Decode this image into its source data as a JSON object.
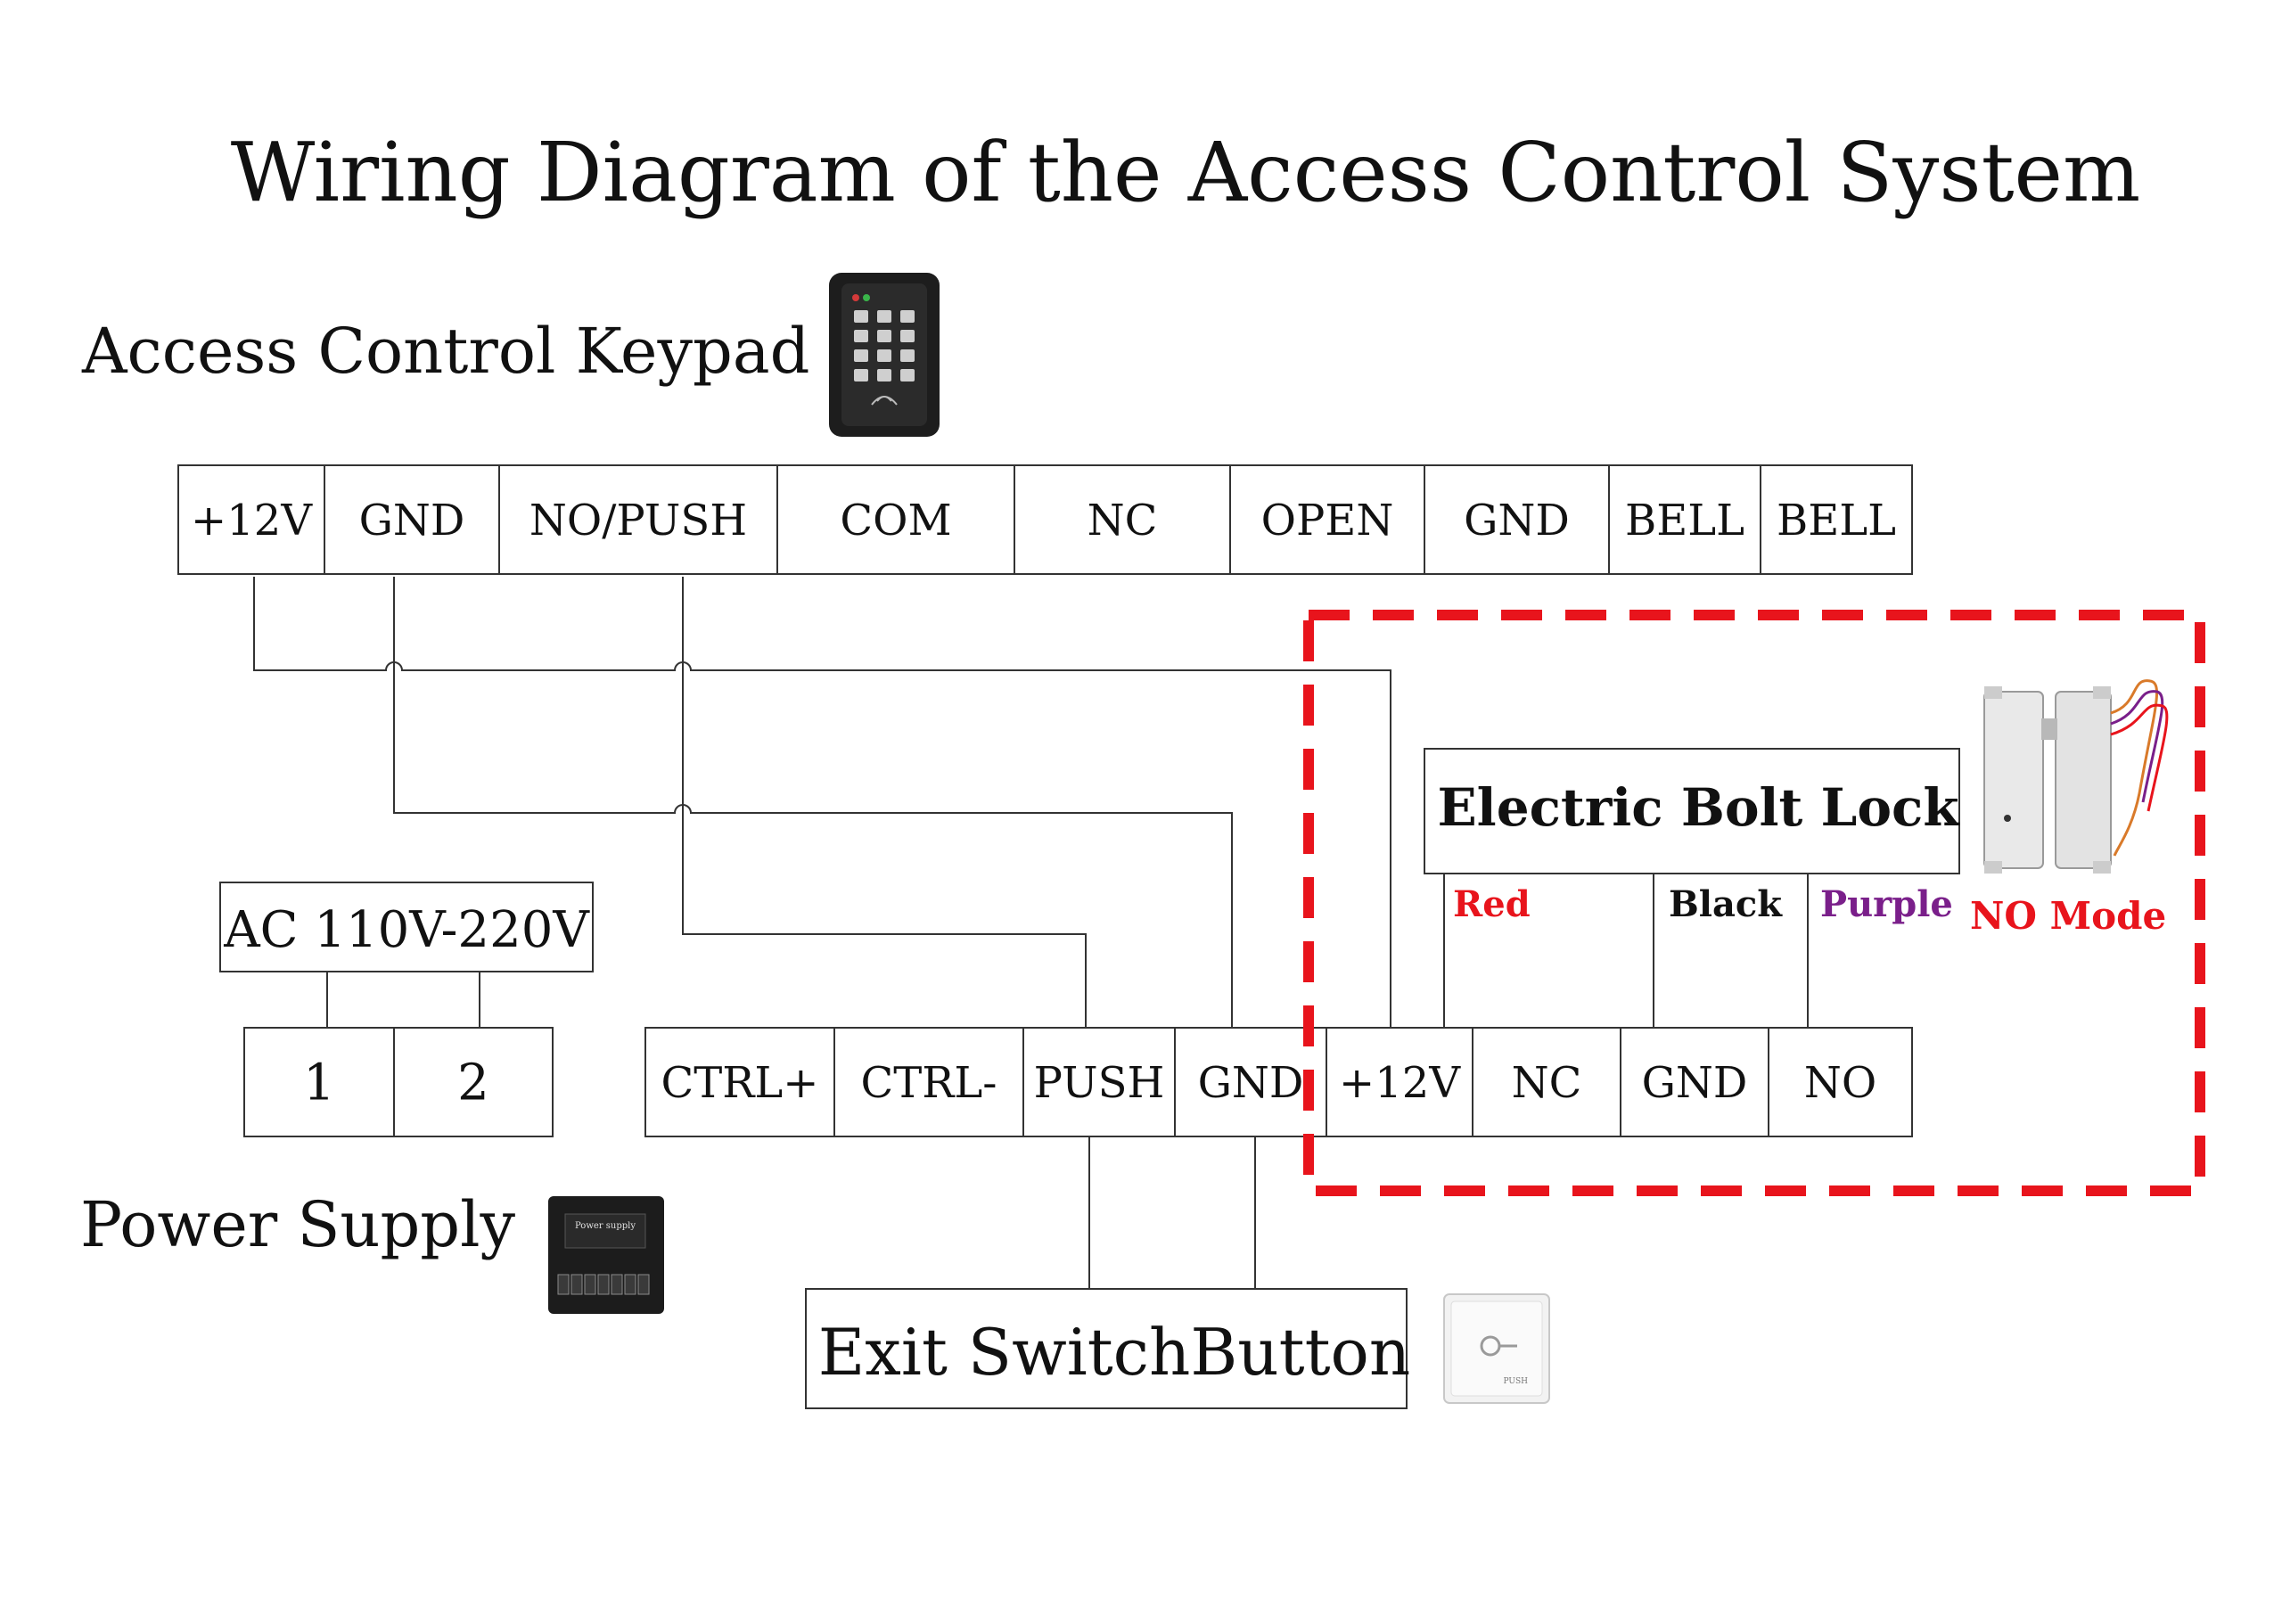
{
  "title": "Wiring Diagram of the Access Control System",
  "keypad": {
    "label": "Access Control Keypad",
    "terminals": [
      "+12V",
      "GND",
      "NO/PUSH",
      "COM",
      "NC",
      "OPEN",
      "GND",
      "BELL",
      "BELL"
    ]
  },
  "ac_input": {
    "label": "AC 110V-220V",
    "terminals": [
      "1",
      "2"
    ]
  },
  "power_supply": {
    "label": "Power Supply",
    "device_text": "Power supply",
    "terminals": [
      "CTRL+",
      "CTRL-",
      "PUSH",
      "GND",
      "+12V",
      "NC",
      "GND",
      "NO"
    ]
  },
  "lock": {
    "label": "Electric Bolt Lock",
    "wires": [
      {
        "name": "Red",
        "color": "#e8141c"
      },
      {
        "name": "Black",
        "color": "#111111"
      },
      {
        "name": "Purple",
        "color": "#7a1f8a"
      }
    ],
    "mode": "NO Mode",
    "mode_color": "#e8141c"
  },
  "exit_button": {
    "label": "Exit SwitchButton",
    "device_text": "PUSH"
  },
  "colors": {
    "highlight_dash": "#e8141c",
    "line": "#333333"
  }
}
